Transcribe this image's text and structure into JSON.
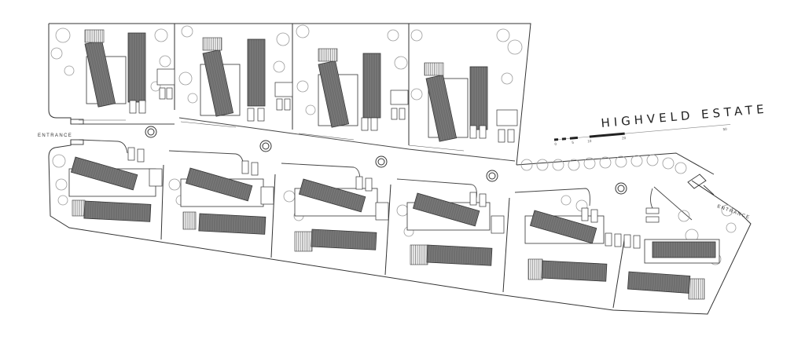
{
  "title": "HIGHVELD ESTATE",
  "labels": {
    "entrance_west": "ENTRANCE",
    "entrance_east": "ENTRANCE"
  },
  "scale_bar": {
    "ticks": [
      "0",
      "5",
      "10",
      "20",
      "50"
    ]
  },
  "colors": {
    "line": "#333333",
    "roof": "#6f6f6f",
    "roof_line": "#8a8a8a",
    "tree": "#9a9a9a",
    "background": "#ffffff"
  }
}
